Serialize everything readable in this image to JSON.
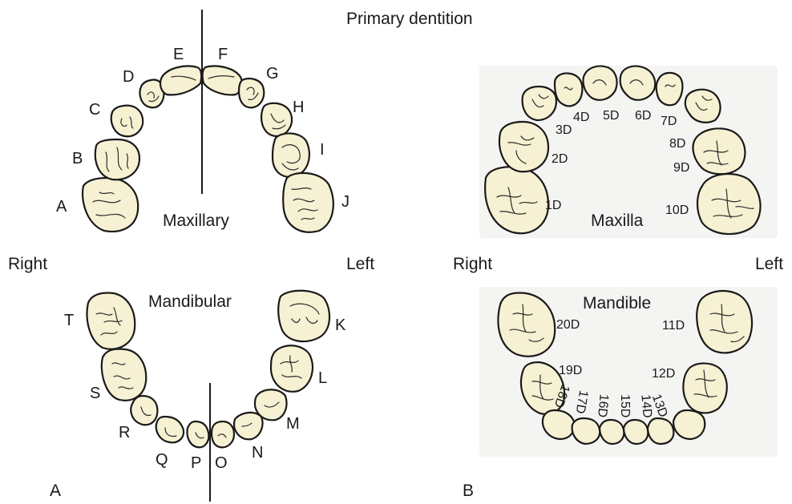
{
  "title": "Primary dentition",
  "panel_a": {
    "panel_label": "A",
    "upper_label": "Maxillary",
    "lower_label": "Mandibular",
    "right_label": "Right",
    "left_label": "Left",
    "upper_teeth": [
      "A",
      "B",
      "C",
      "D",
      "E",
      "F",
      "G",
      "H",
      "I",
      "J"
    ],
    "lower_teeth": [
      "K",
      "L",
      "M",
      "N",
      "O",
      "P",
      "Q",
      "R",
      "S",
      "T"
    ]
  },
  "panel_b": {
    "panel_label": "B",
    "upper_label": "Maxilla",
    "lower_label": "Mandible",
    "right_label": "Right",
    "left_label": "Left",
    "upper_teeth": [
      "1D",
      "2D",
      "3D",
      "4D",
      "5D",
      "6D",
      "7D",
      "8D",
      "9D",
      "10D"
    ],
    "lower_teeth": [
      "11D",
      "12D",
      "13D",
      "14D",
      "15D",
      "16D",
      "17D",
      "18D",
      "19D",
      "20D"
    ]
  },
  "colors": {
    "tooth_fill": "#f6f1d3",
    "outline": "#1a1a1a",
    "panel_b_bg": "#f4f4f2"
  }
}
